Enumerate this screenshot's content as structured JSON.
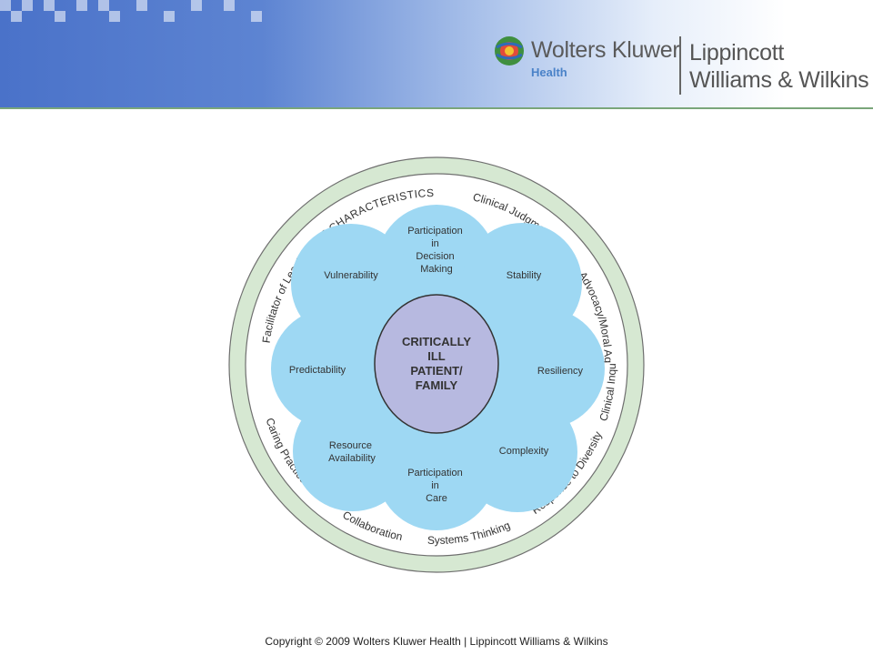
{
  "header": {
    "brand_name": "Wolters Kluwer",
    "brand_sub": "Health",
    "lww_line1": "Lippincott",
    "lww_line2": "Williams & Wilkins"
  },
  "diagram": {
    "outer_ring_labels": [
      "NURSE CHARACTERISTICS",
      "Clinical Judgment",
      "Advocacy/Moral Agency",
      "Caring Practices",
      "Collaboration",
      "Systems Thinking",
      "Response to Diversity",
      "Clinical Inquiry",
      "Facilitator of Learning"
    ],
    "petals": {
      "participation_decision": [
        "Participation",
        "in",
        "Decision",
        "Making"
      ],
      "stability": [
        "Stability"
      ],
      "resiliency": [
        "Resiliency"
      ],
      "complexity": [
        "Complexity"
      ],
      "participation_care": [
        "Participation",
        "in",
        "Care"
      ],
      "resource_availability": [
        "Resource",
        "Availability"
      ],
      "predictability": [
        "Predictability"
      ],
      "vulnerability": [
        "Vulnerability"
      ]
    },
    "center": [
      "CRITICALLY",
      "ILL",
      "PATIENT/",
      "FAMILY"
    ],
    "colors": {
      "ring": "#d6e8d2",
      "ring_stroke": "#6f6f6f",
      "petal": "#9ed8f3",
      "center": "#b7b9e0",
      "center_stroke": "#333333"
    }
  },
  "footer": {
    "copyright": "Copyright © 2009 Wolters Kluwer Health | Lippincott Williams & Wilkins"
  }
}
